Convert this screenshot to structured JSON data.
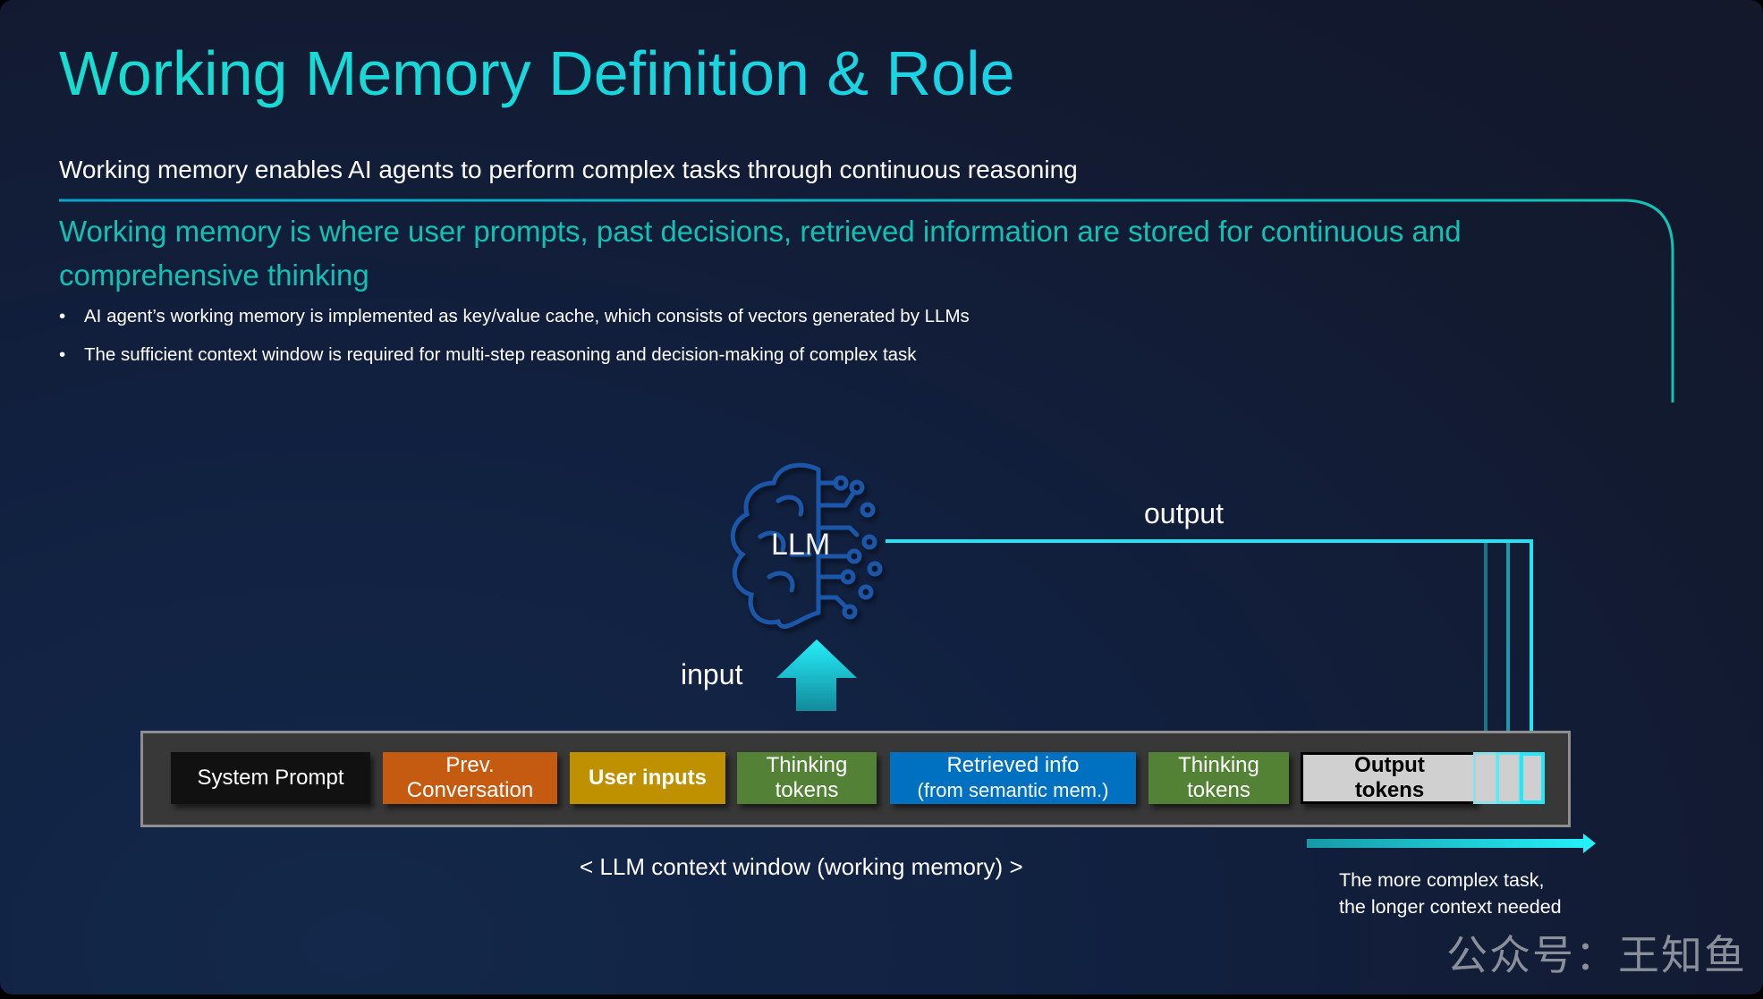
{
  "slide": {
    "title": "Working Memory Definition & Role",
    "subtitle": "Working memory enables AI agents to perform complex tasks through continuous reasoning",
    "highlight": "Working memory is where user prompts, past decisions, retrieved information are stored for continuous and comprehensive thinking",
    "bullets": [
      "AI agent’s working memory is implemented as key/value cache, which consists of vectors generated by LLMs",
      "The sufficient context window is required for multi-step reasoning and decision-making of complex task"
    ],
    "bullet_glyph": "•"
  },
  "diagram": {
    "llm_label": "LLM",
    "llm_icon": "brain-circuit-icon",
    "input_label": "input",
    "output_label": "output",
    "context_blocks": [
      {
        "line1": "System Prompt",
        "line2": "",
        "color": "#111111",
        "text_color": "#ffffff",
        "bold": false
      },
      {
        "line1": "Prev.",
        "line2": "Conversation",
        "color": "#c55a11",
        "text_color": "#ffffff",
        "bold": false
      },
      {
        "line1": "User inputs",
        "line2": "",
        "color": "#bf9000",
        "text_color": "#ffffff",
        "bold": true
      },
      {
        "line1": "Thinking",
        "line2": "tokens",
        "color": "#538135",
        "text_color": "#ffffff",
        "bold": false
      },
      {
        "line1": "Retrieved info",
        "line2": "(from semantic mem.)",
        "color": "#0070c0",
        "text_color": "#ffffff",
        "bold": false
      },
      {
        "line1": "Thinking",
        "line2": "tokens",
        "color": "#538135",
        "text_color": "#ffffff",
        "bold": false
      },
      {
        "line1": "Output",
        "line2": "tokens",
        "color": "#d0d0d0",
        "text_color": "#000000",
        "bold": true
      }
    ],
    "new_token_slots": 3,
    "context_caption": "< LLM context window (working memory) >",
    "growth_note_line1": "The more complex task,",
    "growth_note_line2": "the longer context needed",
    "colors": {
      "accent_cyan": "#22e5f5",
      "teal_text": "#13c1b4",
      "llm_blue": "#1f56a8"
    }
  },
  "watermark": "公众号：王知鱼"
}
